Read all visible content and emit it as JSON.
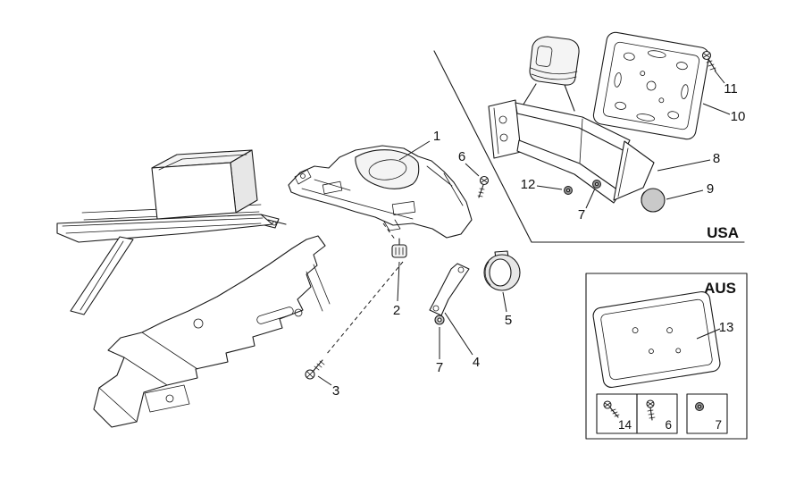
{
  "page": {
    "background": "#ffffff"
  },
  "colors": {
    "line": "#1a1a1a",
    "shade_light": "#f2f2f2",
    "shade_mid": "#d9d9d9",
    "shade_dark": "#8f8f8f"
  },
  "callouts": {
    "part1": "1",
    "part2": "2",
    "part3": "3",
    "part4": "4",
    "part5": "5",
    "part6": "6",
    "part7_center": "7",
    "part7_usa": "7",
    "part8": "8",
    "part9": "9",
    "part10": "10",
    "part11": "11",
    "part12": "12",
    "part13": "13"
  },
  "sections": {
    "usa": {
      "label": "USA"
    },
    "aus": {
      "label": "AUS"
    }
  },
  "aus_kit": {
    "items": [
      {
        "icon": "screw-icon",
        "number": "14"
      },
      {
        "icon": "screw-icon",
        "number": "6"
      },
      {
        "icon": "nut-icon",
        "number": "7"
      }
    ]
  }
}
